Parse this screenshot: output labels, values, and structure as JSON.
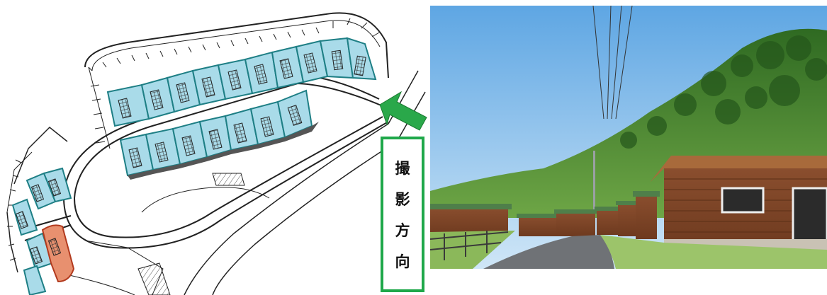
{
  "label": {
    "chars": [
      "撮",
      "影",
      "方",
      "向"
    ]
  },
  "colors": {
    "unit_fill": "#a9dbe9",
    "unit_stroke": "#1e7f85",
    "highlight_unit": "#e8906f",
    "arrow": "#2aa84a",
    "label_border": "#1fa84a",
    "sky": "#8cc3ec",
    "forest": "#3e7a2c"
  }
}
